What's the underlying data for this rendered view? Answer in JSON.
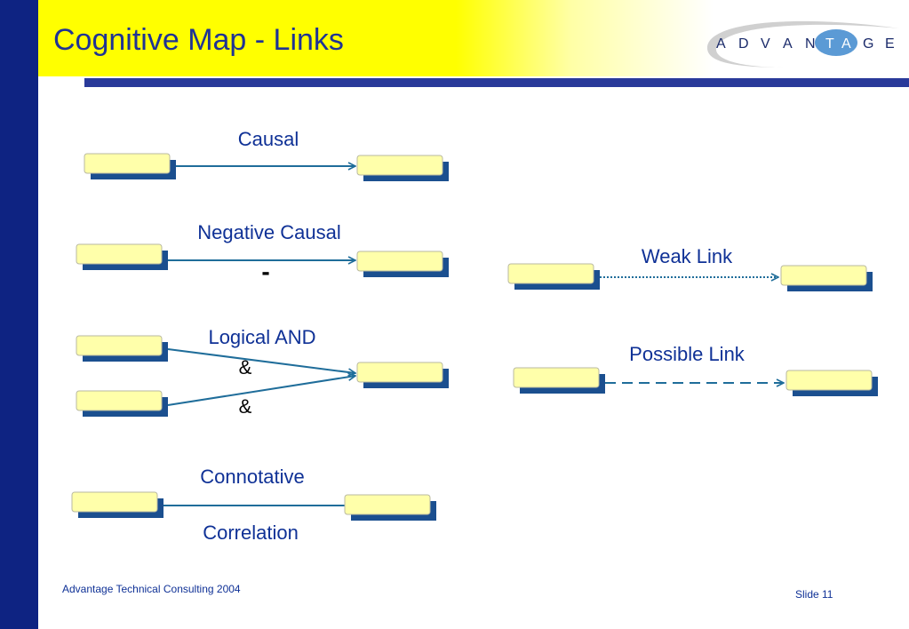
{
  "slide": {
    "title": "Cognitive Map - Links",
    "footer_left": "Advantage Technical Consulting 2004",
    "footer_right": "Slide 11"
  },
  "logo": {
    "letters": [
      "A",
      "D",
      "V",
      "A",
      "N",
      "T",
      "A",
      "G",
      "E"
    ],
    "highlighted_letters": [
      "T",
      "A"
    ]
  },
  "labels": {
    "causal": "Causal",
    "negative_causal": "Negative Causal",
    "negative_symbol": "-",
    "logical_and": "Logical AND",
    "and_symbol_1": "&",
    "and_symbol_2": "&",
    "connotative": "Connotative",
    "correlation": "Correlation",
    "weak_link": "Weak Link",
    "possible_link": "Possible Link"
  },
  "colors": {
    "sidebar": "#0e2382",
    "header": "#ffff00",
    "rule": "#2a3a9a",
    "title": "#1f3394",
    "label": "#0f3196",
    "node_fill": "#ffffaa",
    "node_shadow": "#1b4f8f",
    "link": "#1f6d9a",
    "logo_blue": "#5b9ad5"
  }
}
